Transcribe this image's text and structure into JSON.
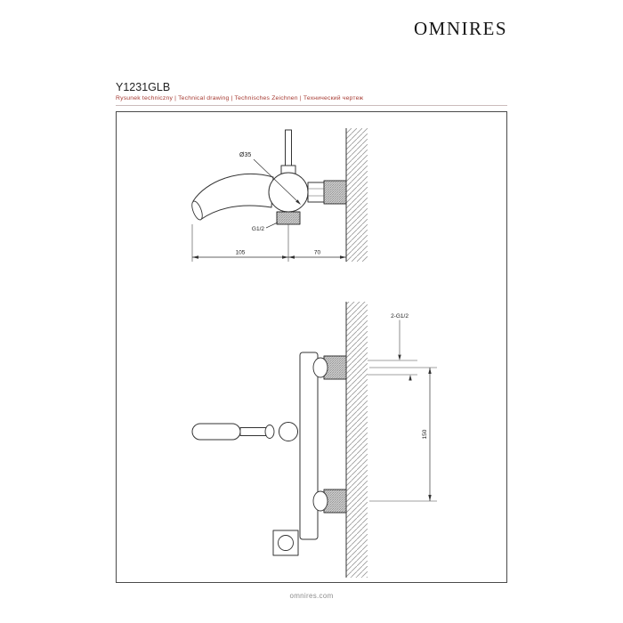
{
  "header": {
    "logo": "OMNIRES",
    "product_code": "Y1231GLB",
    "subtitle": "Rysunek techniczny | Technical drawing | Technisches Zeichnen | Технический чертеж"
  },
  "footer": {
    "website": "omnires.com"
  },
  "colors": {
    "accent_red": "#a63a32",
    "drawing_line": "#333333",
    "hatch_gray": "#999999",
    "divider": "#ccbcbc",
    "footer_text": "#8c8c8c"
  },
  "drawings": {
    "side_view": {
      "name": "wall-mounted bath mixer — side view",
      "labels": {
        "diameter": "Ø35",
        "thread": "G1/2",
        "dim_spout_reach": "105",
        "dim_body_to_wall": "70"
      }
    },
    "front_view": {
      "name": "wall-mounted bath mixer — front view",
      "labels": {
        "thread_pair": "2-G1/2",
        "dim_center_distance": "150"
      }
    }
  }
}
